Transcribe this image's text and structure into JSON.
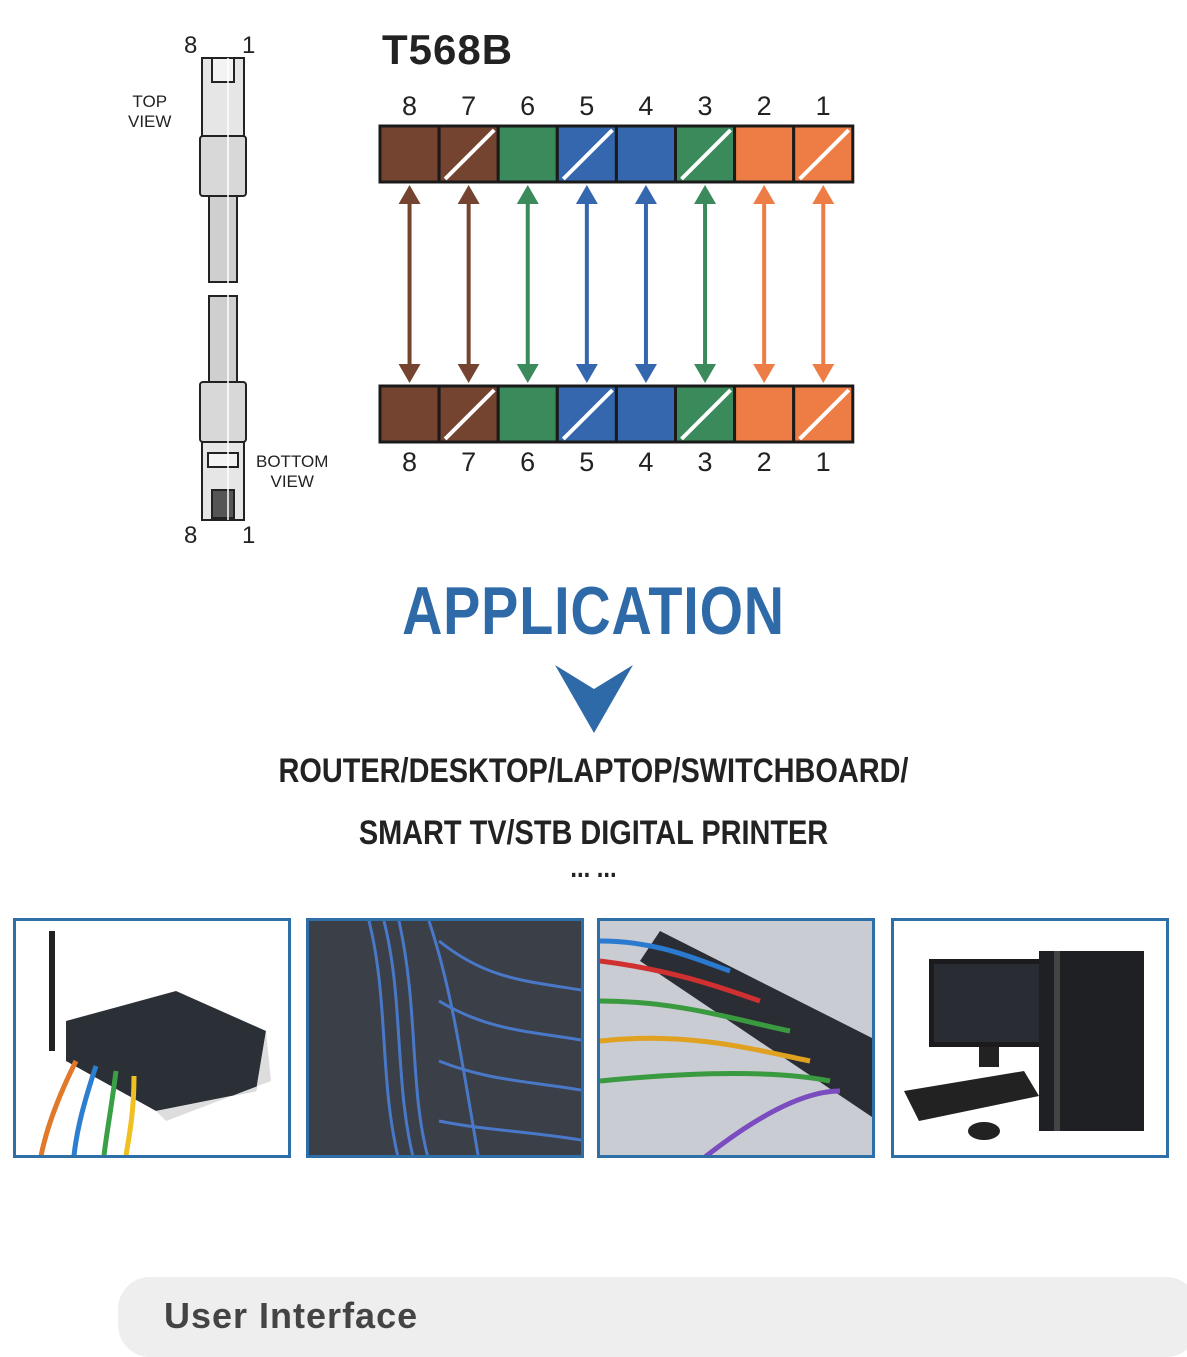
{
  "cable": {
    "top_left_pin": "8",
    "top_right_pin": "1",
    "top_view_label": [
      "TOP",
      "VIEW"
    ],
    "bottom_view_label": [
      "BOTTOM",
      "VIEW"
    ],
    "bottom_left_pin": "8",
    "bottom_right_pin": "1"
  },
  "standard_title": "T568B",
  "colors": {
    "brown": "#754431",
    "green": "#3b8a5b",
    "blue": "#3467ae",
    "orange": "#ee7d45",
    "accent": "#2f6aa8"
  },
  "pins": [
    {
      "num": "8",
      "color": "brown",
      "striped": false
    },
    {
      "num": "7",
      "color": "brown",
      "striped": true
    },
    {
      "num": "6",
      "color": "green",
      "striped": false
    },
    {
      "num": "5",
      "color": "blue",
      "striped": true
    },
    {
      "num": "4",
      "color": "blue",
      "striped": false
    },
    {
      "num": "3",
      "color": "green",
      "striped": true
    },
    {
      "num": "2",
      "color": "orange",
      "striped": false
    },
    {
      "num": "1",
      "color": "orange",
      "striped": true
    }
  ],
  "application": {
    "heading": "APPLICATION",
    "line1": "ROUTER/DESKTOP/LAPTOP/SWITCHBOARD/",
    "line2": "SMART TV/STB DIGITAL PRINTER",
    "ellipsis": "... ..."
  },
  "footer": {
    "label": "User Interface"
  }
}
